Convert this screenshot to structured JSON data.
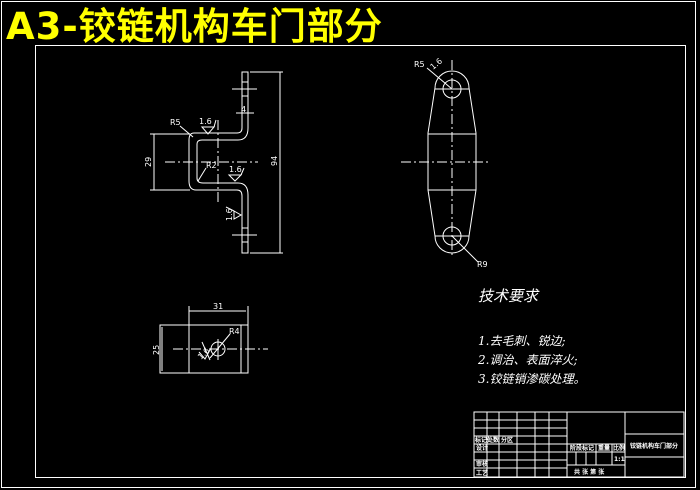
{
  "title": "A3-铰链机构车门部分",
  "colors": {
    "background": "#000000",
    "title": "#ffff00",
    "lines": "#ffffff"
  },
  "side_view": {
    "dim_94": "94",
    "dim_29": "29",
    "dim_4": "4",
    "radius_r5": "R5",
    "radius_r2": "R2",
    "roughness": "1.6"
  },
  "front_view": {
    "radius_r5": "R5",
    "radius_r9": "R9",
    "roughness": "1.6"
  },
  "bottom_view": {
    "dim_31": "31",
    "dim_25": "25",
    "radius_r4": "R4",
    "roughness": "1.6"
  },
  "tech_requirements": {
    "heading": "技术要求",
    "items": [
      "1.去毛刺、锐边;",
      "2.调治、表面淬火;",
      "3.铰链销渗碳处理。"
    ]
  },
  "title_block": {
    "mark_row": "标记处数",
    "zone": "分区",
    "design": "设计",
    "review": "审核",
    "process": "工艺",
    "stage_mark": "阶段标记",
    "weight": "重量",
    "scale_label": "比例",
    "scale_value": "1:1",
    "sheets": "共 张 第 张",
    "drawing_name": "铰链机构车门部分"
  }
}
